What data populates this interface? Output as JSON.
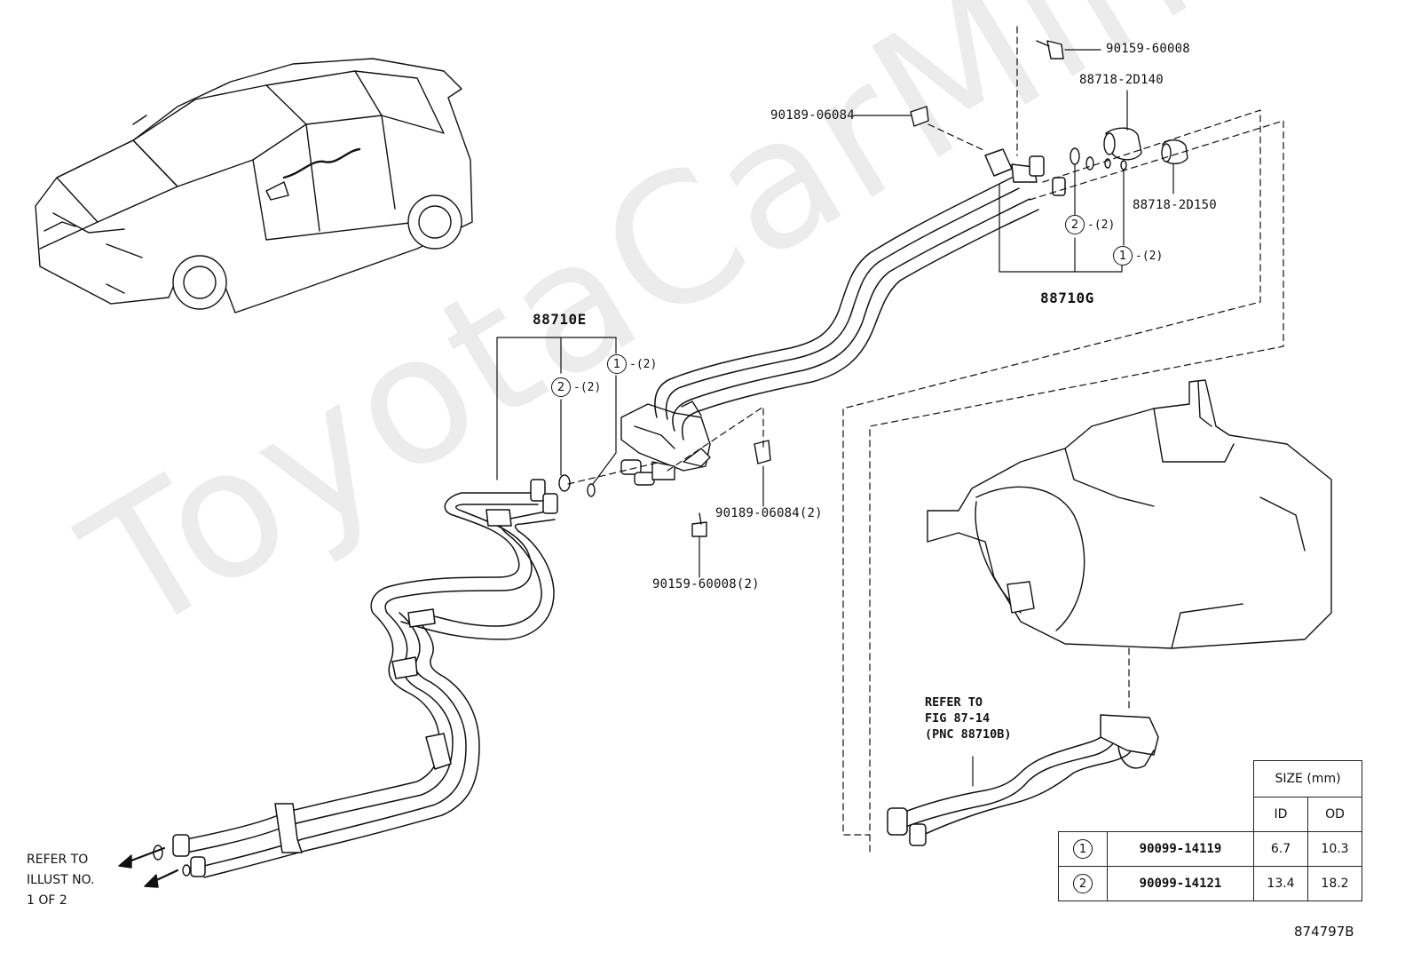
{
  "watermark": "ToyotaCarMine.ru",
  "figure_number": "874797B",
  "parts": {
    "p_88710E": "88710E",
    "p_88710G": "88710G",
    "p_90159_top": "90159-60008",
    "p_88718_2D140": "88718-2D140",
    "p_88718_2D150": "88718-2D150",
    "p_90189_top": "90189-06084",
    "p_90189_mid": "90189-06084(2)",
    "p_90159_mid": "90159-60008(2)"
  },
  "seal_marks": {
    "e1": {
      "num": "1",
      "qty": "-(2)"
    },
    "e2": {
      "num": "2",
      "qty": "-(2)"
    },
    "g1": {
      "num": "1",
      "qty": "-(2)"
    },
    "g2": {
      "num": "2",
      "qty": "-(2)"
    }
  },
  "refer_fig": "REFER TO\nFIG 87-14\n(PNC 88710B)",
  "refer_illust": "REFER TO\nILLUST NO.\n1 OF 2",
  "size_table": {
    "size_header": "SIZE (mm)",
    "id_header": "ID",
    "od_header": "OD",
    "rows": [
      {
        "num": "1",
        "part": "90099-14119",
        "id": "6.7",
        "od": "10.3"
      },
      {
        "num": "2",
        "part": "90099-14121",
        "id": "13.4",
        "od": "18.2"
      }
    ]
  }
}
